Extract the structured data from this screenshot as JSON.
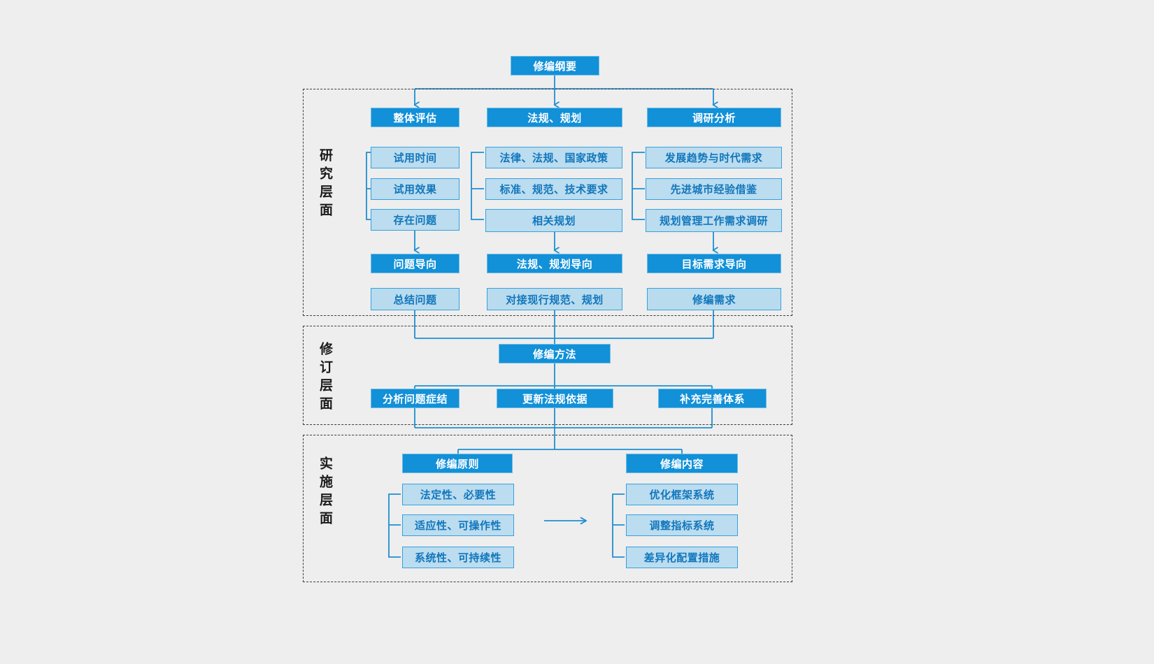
{
  "diagram": {
    "title_node": {
      "label": "修编纲要"
    },
    "colors": {
      "background": "#eeeeee",
      "dark_box_fill": "#1290d8",
      "dark_box_border": "#6fbde6",
      "light_box_fill": "#bcdcef",
      "light_box_border": "#35a2dc",
      "light_box_text": "#1077bd",
      "connector": "#1f8fd0",
      "frame_dash": "#3c3c3c"
    },
    "layers": [
      {
        "id": "research",
        "label": "研究层面",
        "columns": [
          {
            "id": "overall-assessment",
            "header": "整体评估",
            "items": [
              "试用时间",
              "试用效果",
              "存在问题"
            ],
            "orientation": "问题导向",
            "outcome": "总结问题"
          },
          {
            "id": "regulation-planning",
            "header": "法规、规划",
            "items": [
              "法律、法规、国家政策",
              "标准、规范、技术要求",
              "相关规划"
            ],
            "orientation": "法规、规划导向",
            "outcome": "对接现行规范、规划"
          },
          {
            "id": "research-analysis",
            "header": "调研分析",
            "items": [
              "发展趋势与时代需求",
              "先进城市经验借鉴",
              "规划管理工作需求调研"
            ],
            "orientation": "目标需求导向",
            "outcome": "修编需求"
          }
        ]
      },
      {
        "id": "revision",
        "label": "修订层面",
        "header": "修编方法",
        "items": [
          "分析问题症结",
          "更新法规依据",
          "补充完善体系"
        ]
      },
      {
        "id": "implementation",
        "label": "实施层面",
        "groups": [
          {
            "id": "principles",
            "header": "修编原则",
            "items": [
              "法定性、必要性",
              "适应性、可操作性",
              "系统性、可持续性"
            ]
          },
          {
            "id": "contents",
            "header": "修编内容",
            "items": [
              "优化框架系统",
              "调整指标系统",
              "差异化配置措施"
            ]
          }
        ]
      }
    ]
  }
}
